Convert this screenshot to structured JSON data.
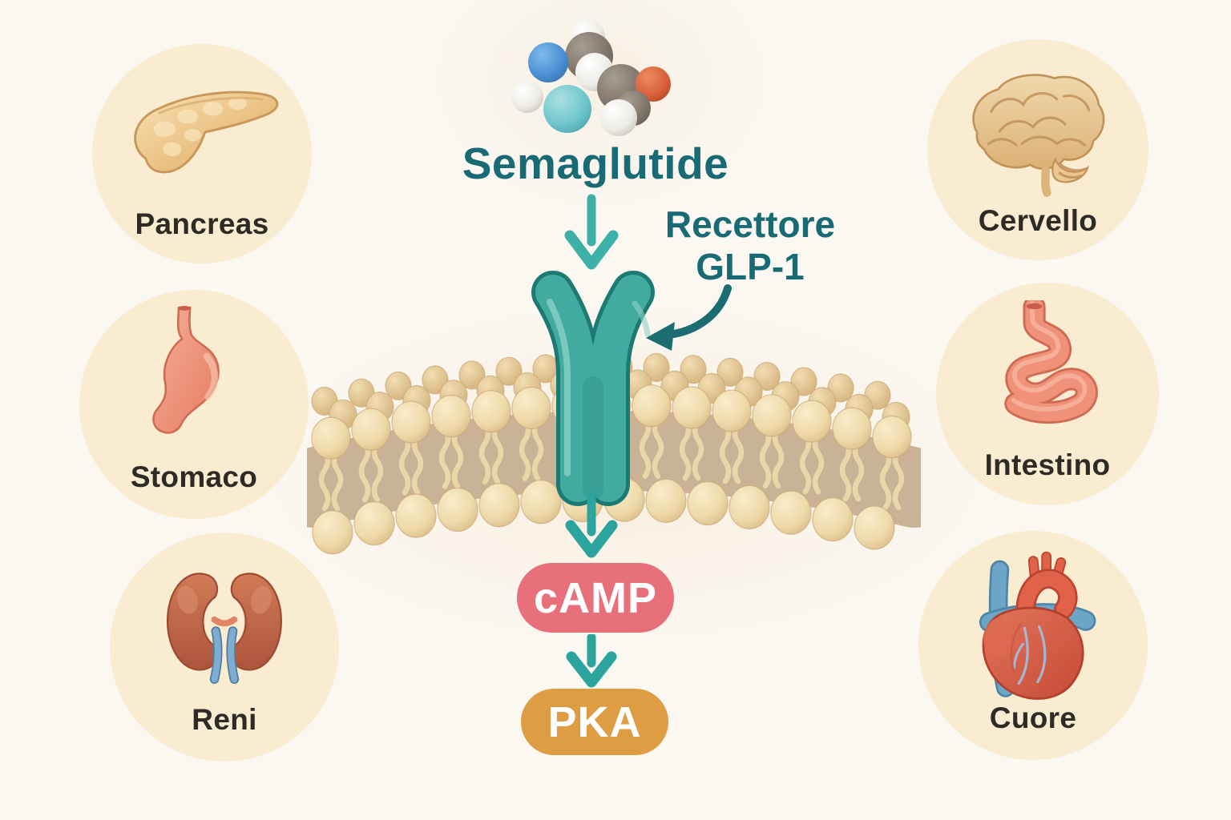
{
  "diagram": {
    "title": "Semaglutide",
    "receptor_label_line1": "Recettore",
    "receptor_label_line2": "GLP-1",
    "camp_label": "cAMP",
    "pka_label": "PKA"
  },
  "organs": {
    "pancreas": {
      "label": "Pancreas"
    },
    "stomach": {
      "label": "Stomaco"
    },
    "kidneys": {
      "label": "Reni"
    },
    "brain": {
      "label": "Cervello"
    },
    "intestine": {
      "label": "Intestino"
    },
    "heart": {
      "label": "Cuore"
    }
  },
  "icons": [
    "semaglutide-molecule",
    "glp1-receptor",
    "cell-membrane",
    "down-arrow",
    "curved-arrow",
    "pancreas-icon",
    "stomach-icon",
    "kidneys-icon",
    "brain-icon",
    "intestine-icon",
    "heart-icon"
  ],
  "colors": {
    "background": "#fbf7f1",
    "organ_circle": "#f9ecd1",
    "title_teal": "#186a74",
    "arrow_teal": "#35aca4",
    "receptor_teal": "#41aba0",
    "camp_pill": "#e8707a",
    "pka_pill": "#de9c43",
    "membrane_head": "#f0ddae",
    "membrane_core": "#cab297",
    "organ_label": "#2e2a26"
  }
}
